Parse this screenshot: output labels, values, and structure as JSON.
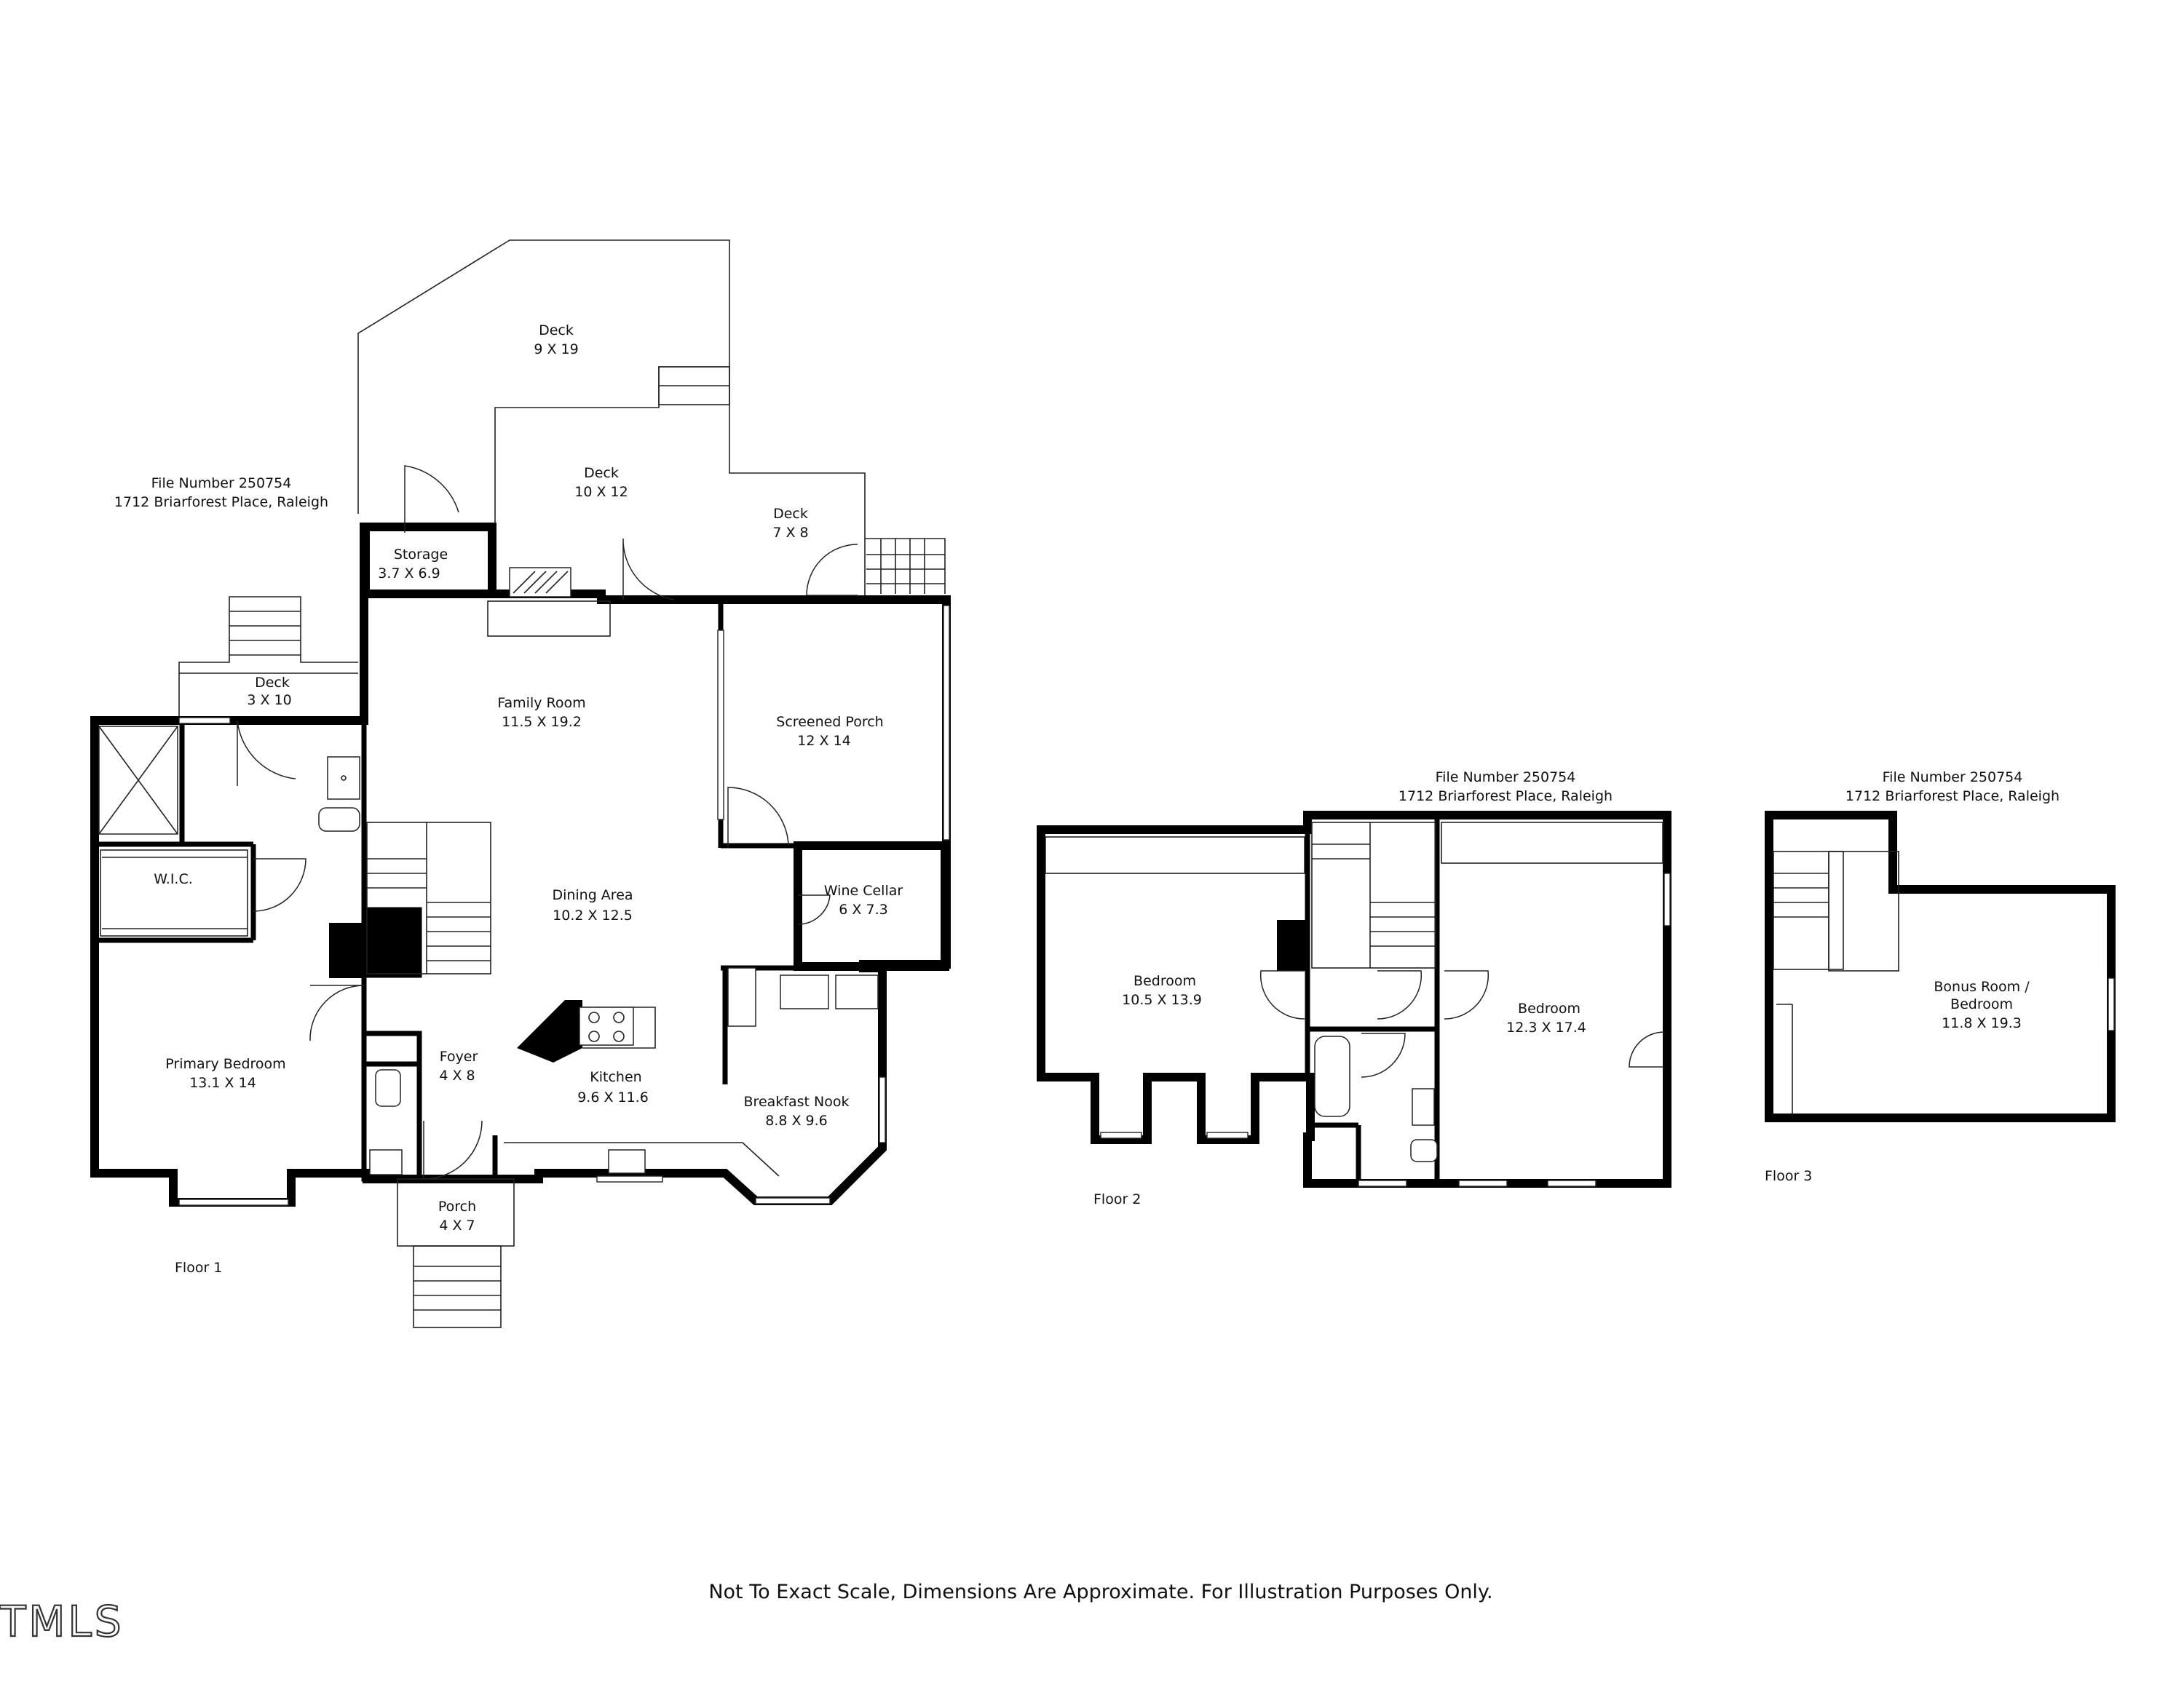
{
  "headers": {
    "floor1": {
      "file": "File Number 250754",
      "address": "1712 Briarforest Place, Raleigh"
    },
    "floor2": {
      "file": "File Number 250754",
      "address": "1712 Briarforest Place, Raleigh"
    },
    "floor3": {
      "file": "File Number 250754",
      "address": "1712 Briarforest Place, Raleigh"
    }
  },
  "floor_labels": {
    "floor1": "Floor 1",
    "floor2": "Floor 2",
    "floor3": "Floor 3"
  },
  "rooms": {
    "deck_large": {
      "name": "Deck",
      "dims": "9 X 19"
    },
    "deck_mid": {
      "name": "Deck",
      "dims": "10 X 12"
    },
    "deck_small": {
      "name": "Deck",
      "dims": "7 X 8"
    },
    "storage": {
      "name": "Storage",
      "dims": "3.7 X 6.9"
    },
    "deck_side": {
      "name": "Deck",
      "dims": "3 X 10"
    },
    "family_room": {
      "name": "Family Room",
      "dims": "11.5 X 19.2"
    },
    "screened_porch": {
      "name": "Screened Porch",
      "dims": "12 X 14"
    },
    "wic": {
      "name": "W.I.C.",
      "dims": ""
    },
    "dining_area": {
      "name": "Dining Area",
      "dims": "10.2 X 12.5"
    },
    "wine_cellar": {
      "name": "Wine Cellar",
      "dims": "6 X 7.3"
    },
    "primary_bedroom": {
      "name": "Primary Bedroom",
      "dims": "13.1 X 14"
    },
    "foyer": {
      "name": "Foyer",
      "dims": "4 X 8"
    },
    "kitchen": {
      "name": "Kitchen",
      "dims": "9.6 X 11.6"
    },
    "breakfast_nook": {
      "name": "Breakfast Nook",
      "dims": "8.8 X 9.6"
    },
    "porch": {
      "name": "Porch",
      "dims": "4 X 7"
    },
    "bedroom_f2_left": {
      "name": "Bedroom",
      "dims": "10.5 X 13.9"
    },
    "bedroom_f2_right": {
      "name": "Bedroom",
      "dims": "12.3 X 17.4"
    },
    "bonus_room": {
      "name": "Bonus Room /",
      "name2": "Bedroom",
      "dims": "11.8 X 19.3"
    }
  },
  "disclaimer": "Not To Exact Scale, Dimensions Are Approximate. For Illustration Purposes Only.",
  "logo": "TMLS"
}
